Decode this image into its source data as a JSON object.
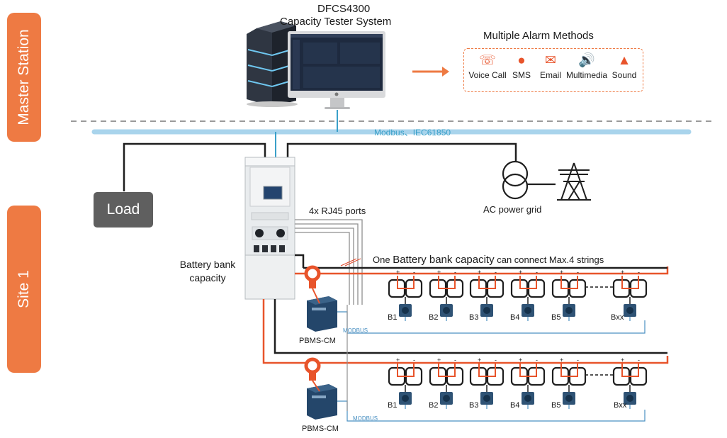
{
  "sections": {
    "master_station": "Master Station",
    "site": "Site 1"
  },
  "system": {
    "name": "DFCS4300",
    "subtitle": "Capacity Tester System"
  },
  "alarm": {
    "title": "Multiple Alarm Methods",
    "methods": [
      {
        "label": "Voice Call",
        "icon": "phone-icon"
      },
      {
        "label": "SMS",
        "icon": "sms-bubble-icon"
      },
      {
        "label": "Email",
        "icon": "email-icon"
      },
      {
        "label": "Multimedia",
        "icon": "speaker-icon"
      },
      {
        "label": "Sound",
        "icon": "alarm-light-icon"
      }
    ]
  },
  "network": {
    "protocols": "Modbus、IEC61850"
  },
  "load": "Load",
  "grid": "AC power grid",
  "cabinet": {
    "label": "Battery bank capacity",
    "ports": "4x RJ45 ports"
  },
  "strings": {
    "note_prefix": "One ",
    "note_emph": "Battery bank capacity",
    "note_suffix": " can connect Max.4 strings",
    "batteries": [
      "B1",
      "B2",
      "B3",
      "B4",
      "B5",
      "Bxx"
    ],
    "monitor": "PBMS-CM",
    "bus": "MODBUS"
  },
  "colors": {
    "accent": "#ee7a43",
    "network": "#a9d4ec",
    "load": "#5f5f5f",
    "modbus_line": "#4a90c2"
  }
}
